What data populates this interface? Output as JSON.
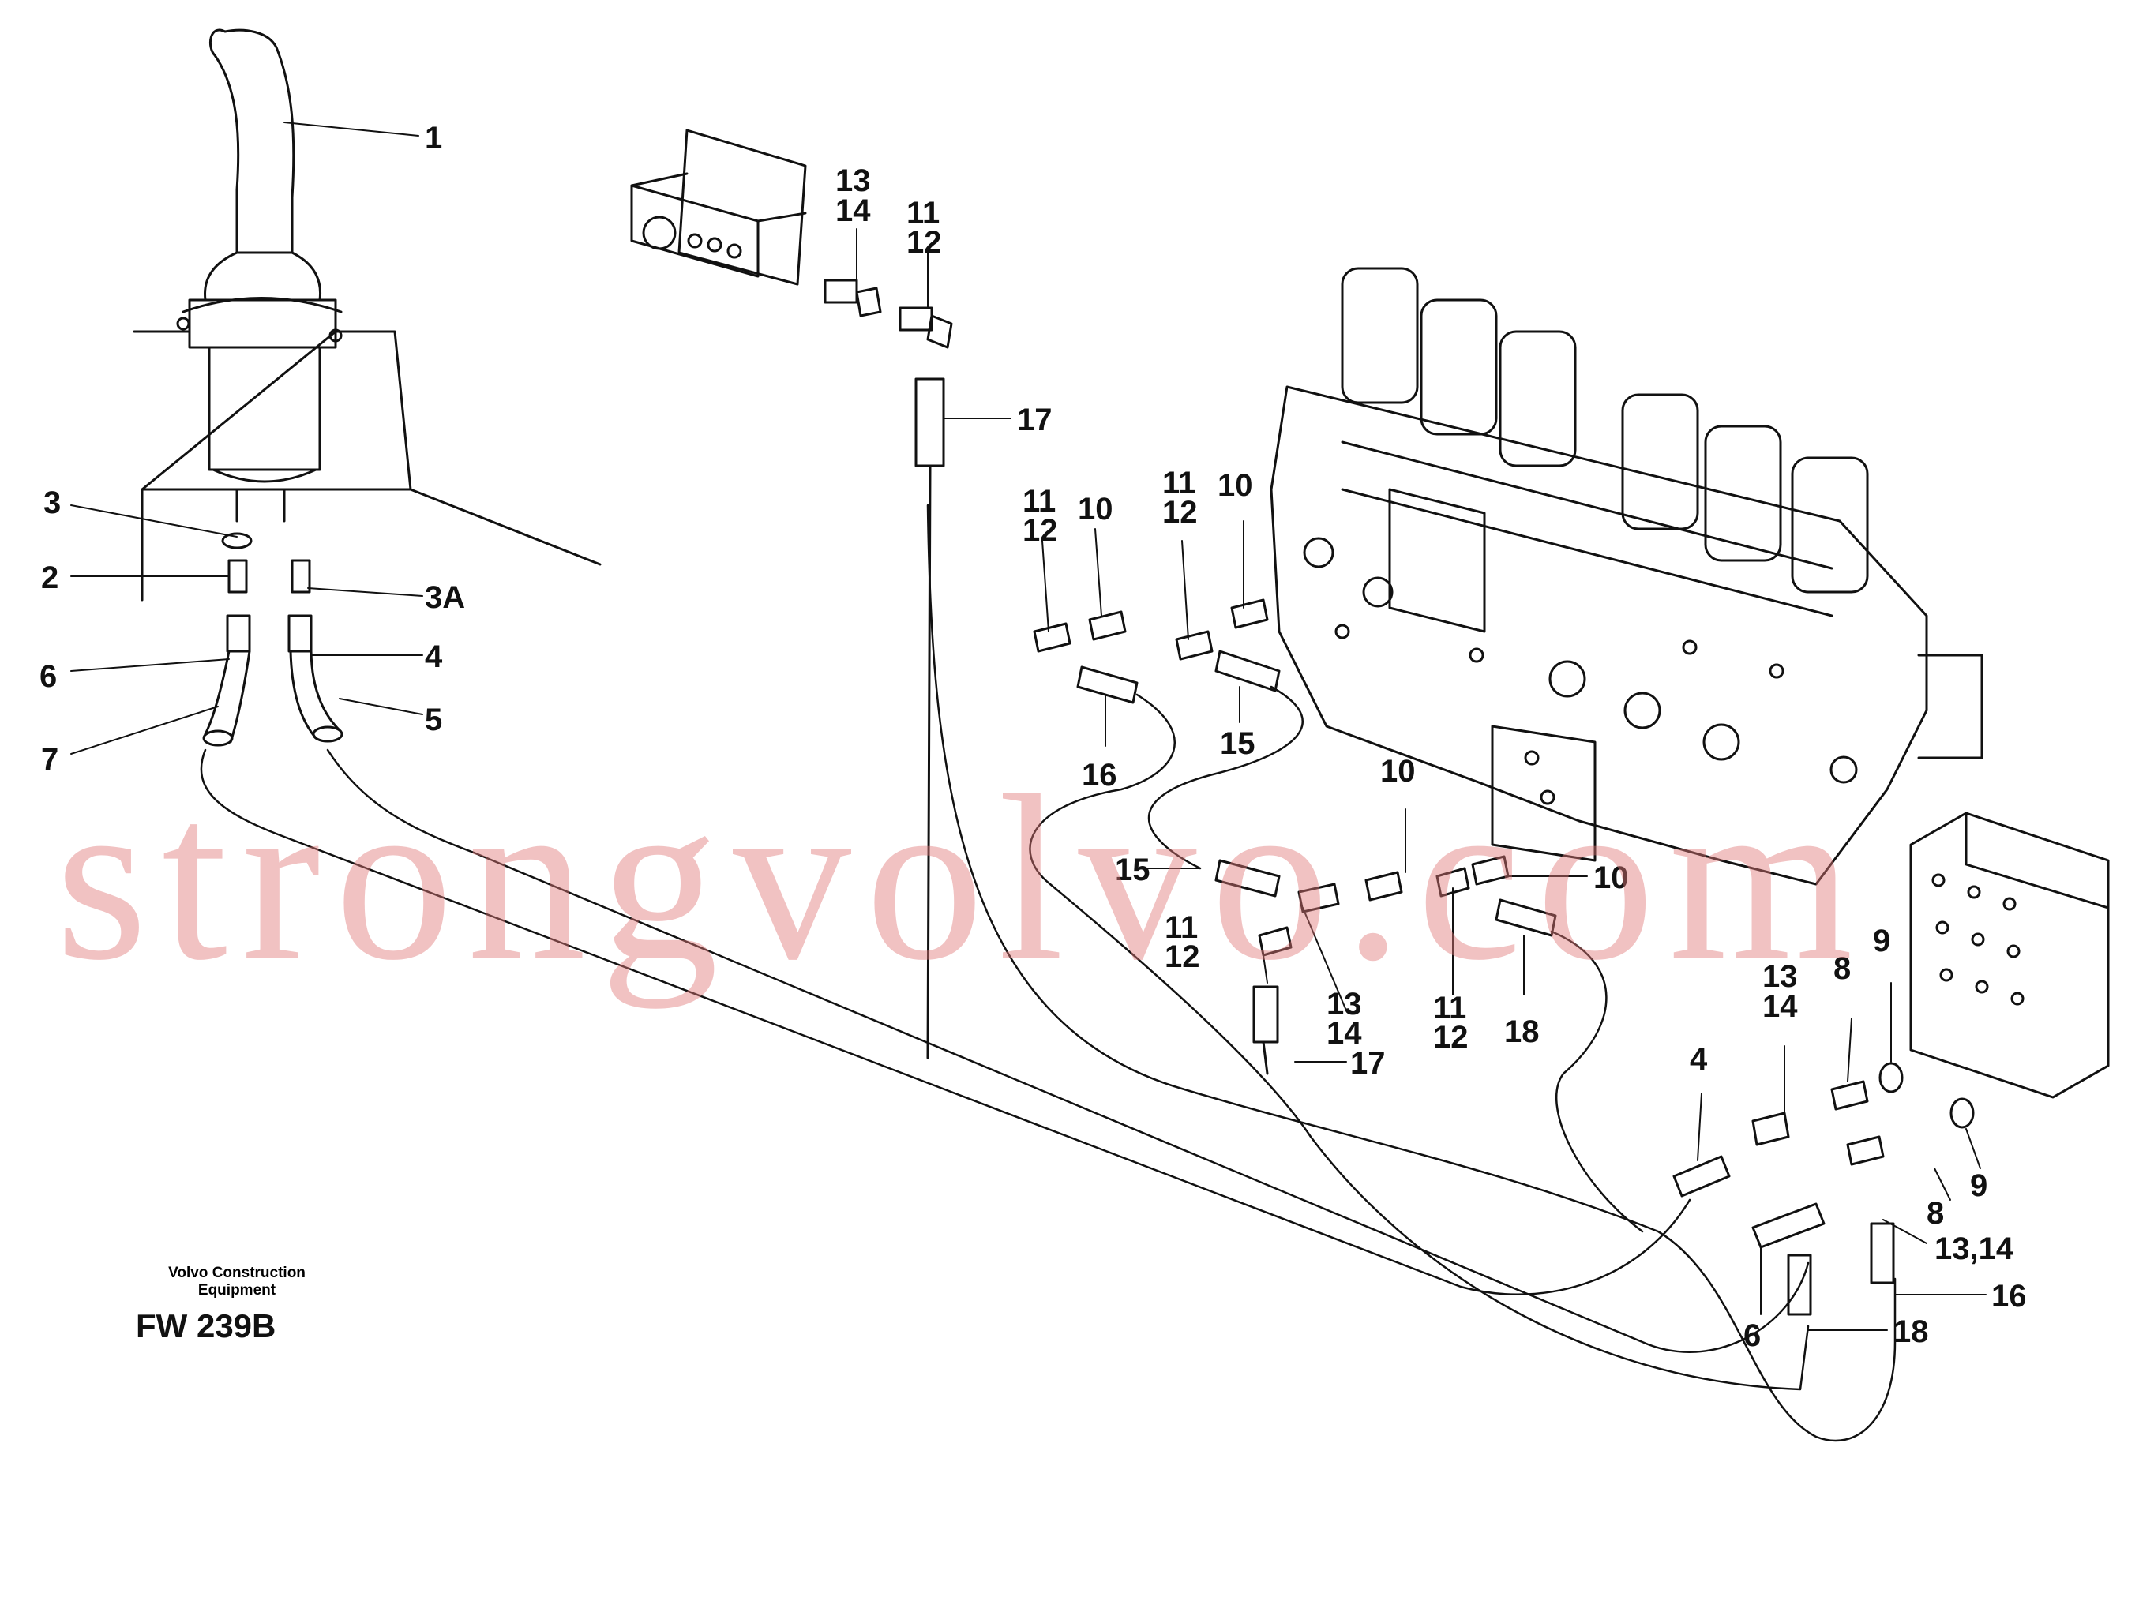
{
  "diagram": {
    "labels": [
      "1",
      "3",
      "2",
      "3A",
      "6",
      "4",
      "7",
      "5",
      "13",
      "14",
      "11",
      "12",
      "17",
      "11",
      "12",
      "10",
      "16",
      "11",
      "12",
      "10",
      "15",
      "10",
      "15",
      "11",
      "12",
      "13",
      "14",
      "17",
      "10",
      "11",
      "12",
      "18",
      "13",
      "14",
      "8",
      "9",
      "4",
      "9",
      "8",
      "13,14",
      "6",
      "16",
      "18"
    ],
    "brand_line1": "Volvo Construction",
    "brand_line2": "Equipment",
    "figure_code": "FW 239B",
    "watermark": "strongvolvo.com"
  },
  "colors": {
    "line": "#111111",
    "watermark": "#e07878"
  }
}
